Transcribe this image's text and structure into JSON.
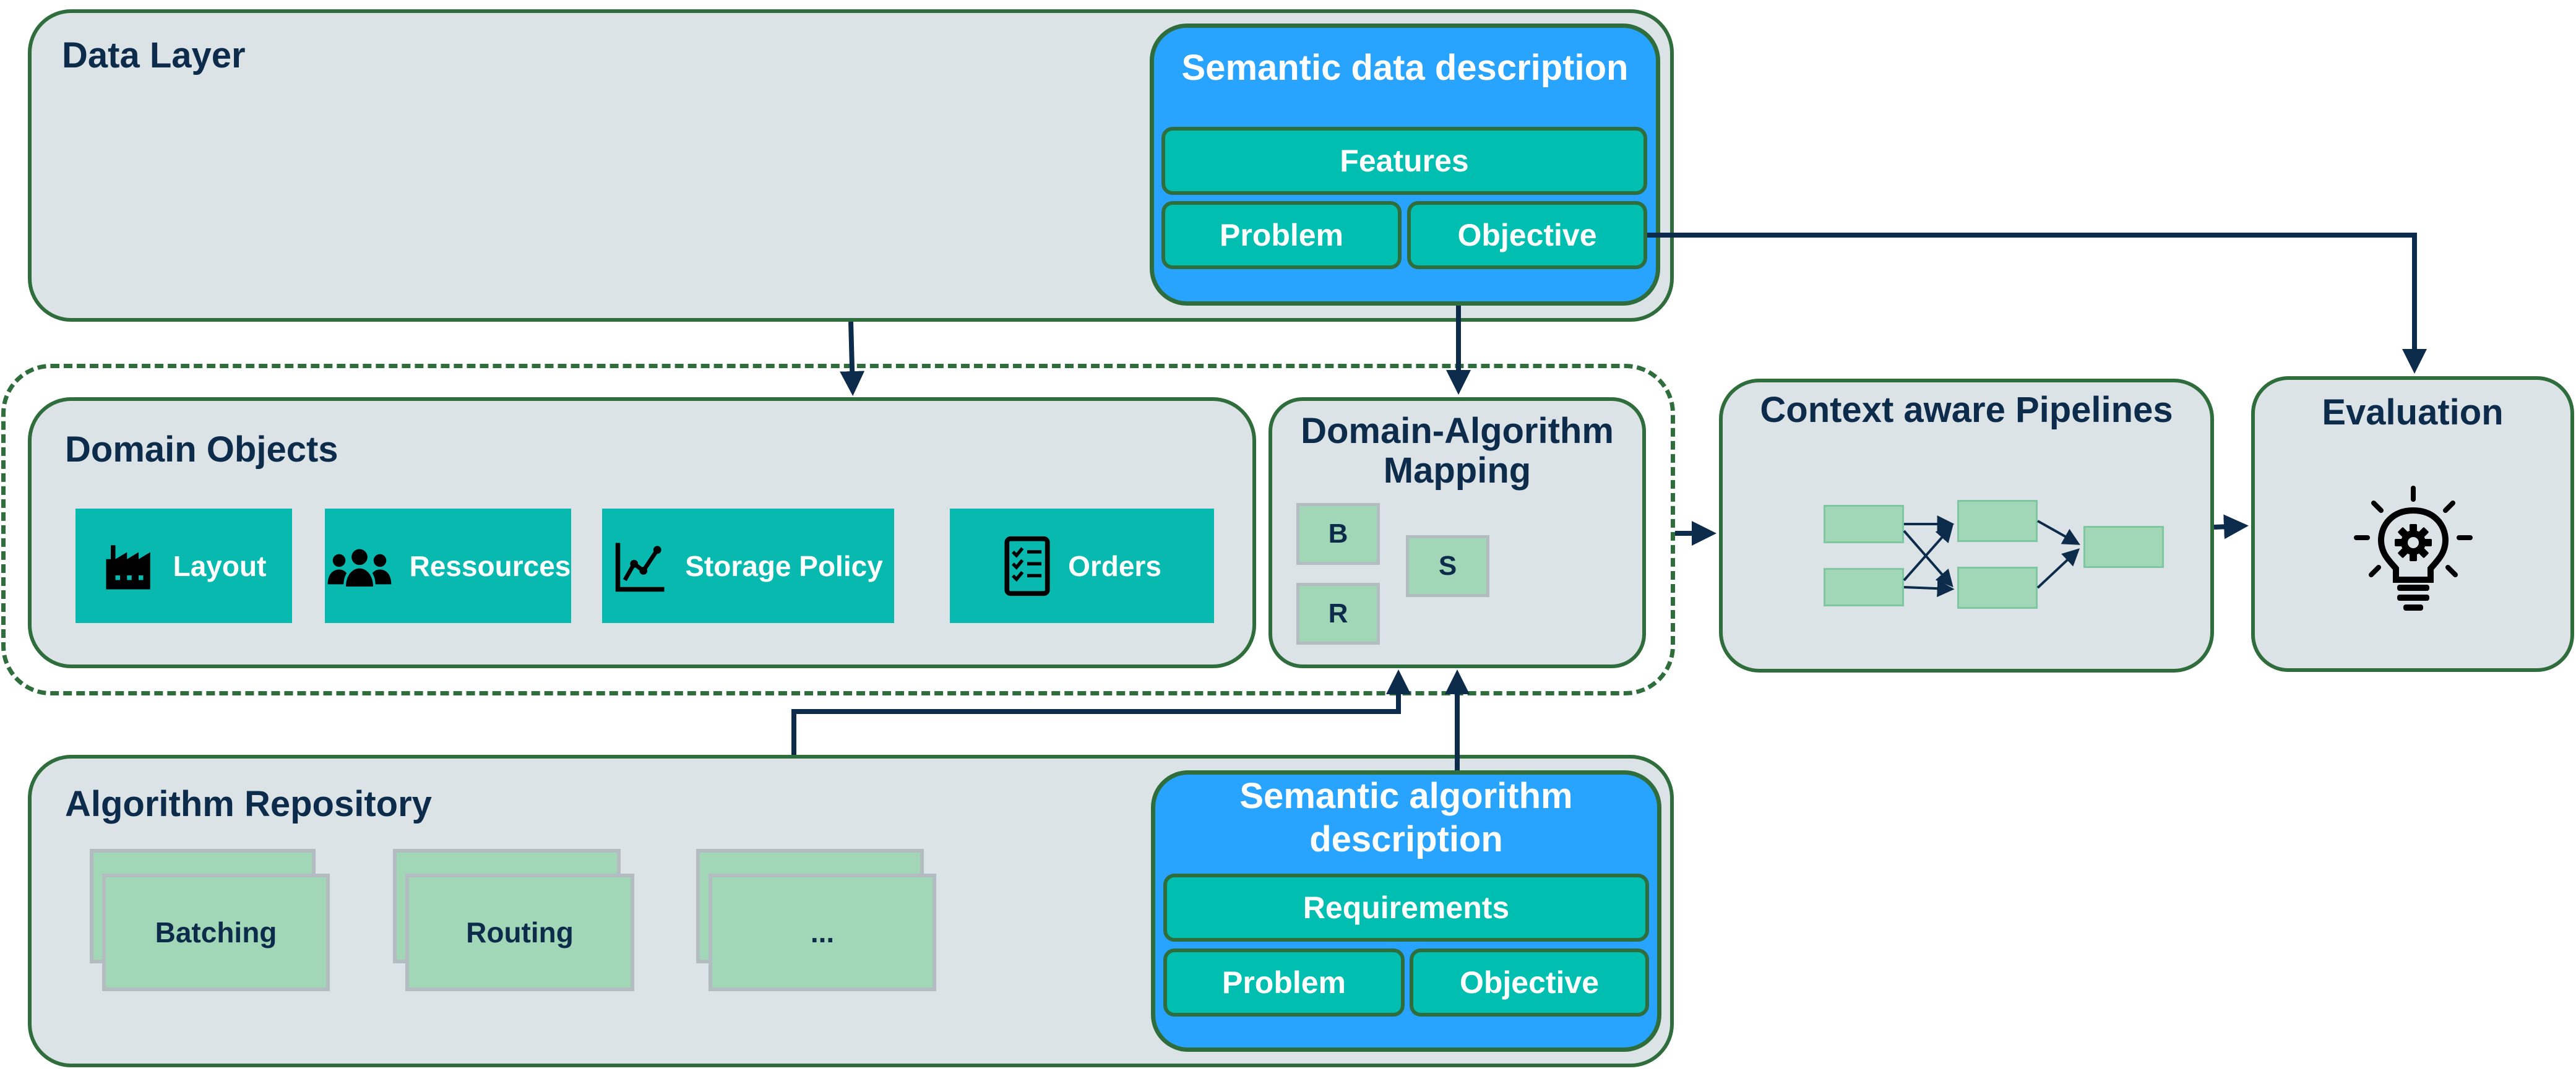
{
  "data_layer": {
    "title": "Data Layer",
    "semantic": {
      "title": "Semantic data description",
      "features": "Features",
      "problem": "Problem",
      "objective": "Objective"
    }
  },
  "domain_objects": {
    "title": "Domain Objects",
    "items": [
      {
        "label": "Layout",
        "icon": "factory-icon"
      },
      {
        "label": "Ressources",
        "icon": "people-icon"
      },
      {
        "label": "Storage Policy",
        "icon": "line-chart-icon"
      },
      {
        "label": "Orders",
        "icon": "checklist-icon"
      }
    ]
  },
  "mapping": {
    "title": "Domain-Algorithm Mapping",
    "boxes": [
      "B",
      "R",
      "S"
    ]
  },
  "pipelines": {
    "title": "Context aware Pipelines"
  },
  "evaluation": {
    "title": "Evaluation",
    "icon": "lightbulb-gear-icon"
  },
  "algorithm_repository": {
    "title": "Algorithm Repository",
    "cards": [
      "Batching",
      "Routing",
      "..."
    ],
    "semantic": {
      "title": "Semantic algorithm description",
      "requirements": "Requirements",
      "problem": "Problem",
      "objective": "Objective"
    }
  },
  "colors": {
    "panel_fill": "#dce3e6",
    "panel_border": "#2f6e3c",
    "semantic_blue": "#28a4ff",
    "teal": "#00bfb0",
    "card_green": "#a1d7b6",
    "arrow": "#0d2b4a"
  }
}
